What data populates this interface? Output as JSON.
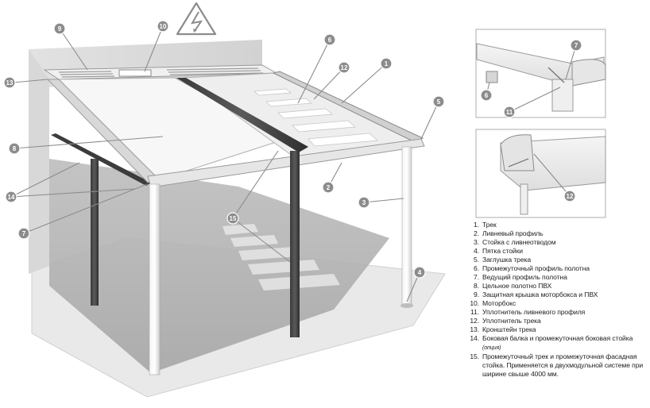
{
  "markers_main": [
    "1",
    "2",
    "3",
    "4",
    "5",
    "6",
    "7",
    "8",
    "9",
    "10",
    "12",
    "13",
    "14",
    "15"
  ],
  "markers_detail_top": [
    "6",
    "7",
    "11"
  ],
  "markers_detail_bottom": [
    "12"
  ],
  "warning_icon": "high-voltage-warning-icon",
  "legend": [
    {
      "num": "1.",
      "text": "Трек"
    },
    {
      "num": "2.",
      "text": "Ливневый профиль"
    },
    {
      "num": "3.",
      "text": "Стойка с ливнеотводом"
    },
    {
      "num": "4.",
      "text": "Пятка стойки"
    },
    {
      "num": "5.",
      "text": "Заглушка трека"
    },
    {
      "num": "6.",
      "text": "Промежуточный профиль полотна"
    },
    {
      "num": "7.",
      "text": "Ведущий профиль полотна"
    },
    {
      "num": "8.",
      "text": "Цельное полотно ПВХ"
    },
    {
      "num": "9.",
      "text": "Защитная крышка моторбокса и ПВХ"
    },
    {
      "num": "10.",
      "text": "Моторбокс"
    },
    {
      "num": "11.",
      "text": "Уплотнитель ливневого профиля"
    },
    {
      "num": "12.",
      "text": "Уплотнитель трека"
    },
    {
      "num": "13.",
      "text": "Кронштейн трека"
    },
    {
      "num": "14.",
      "text": "Боковая балка и промежуточная боковая стойка",
      "note": "(опция)"
    },
    {
      "num": "15.",
      "text": "Промежуточный трек и промежуточная фасадная стойка. Применяется в двухмодульной системе при ширине свыше 4000 мм."
    }
  ]
}
